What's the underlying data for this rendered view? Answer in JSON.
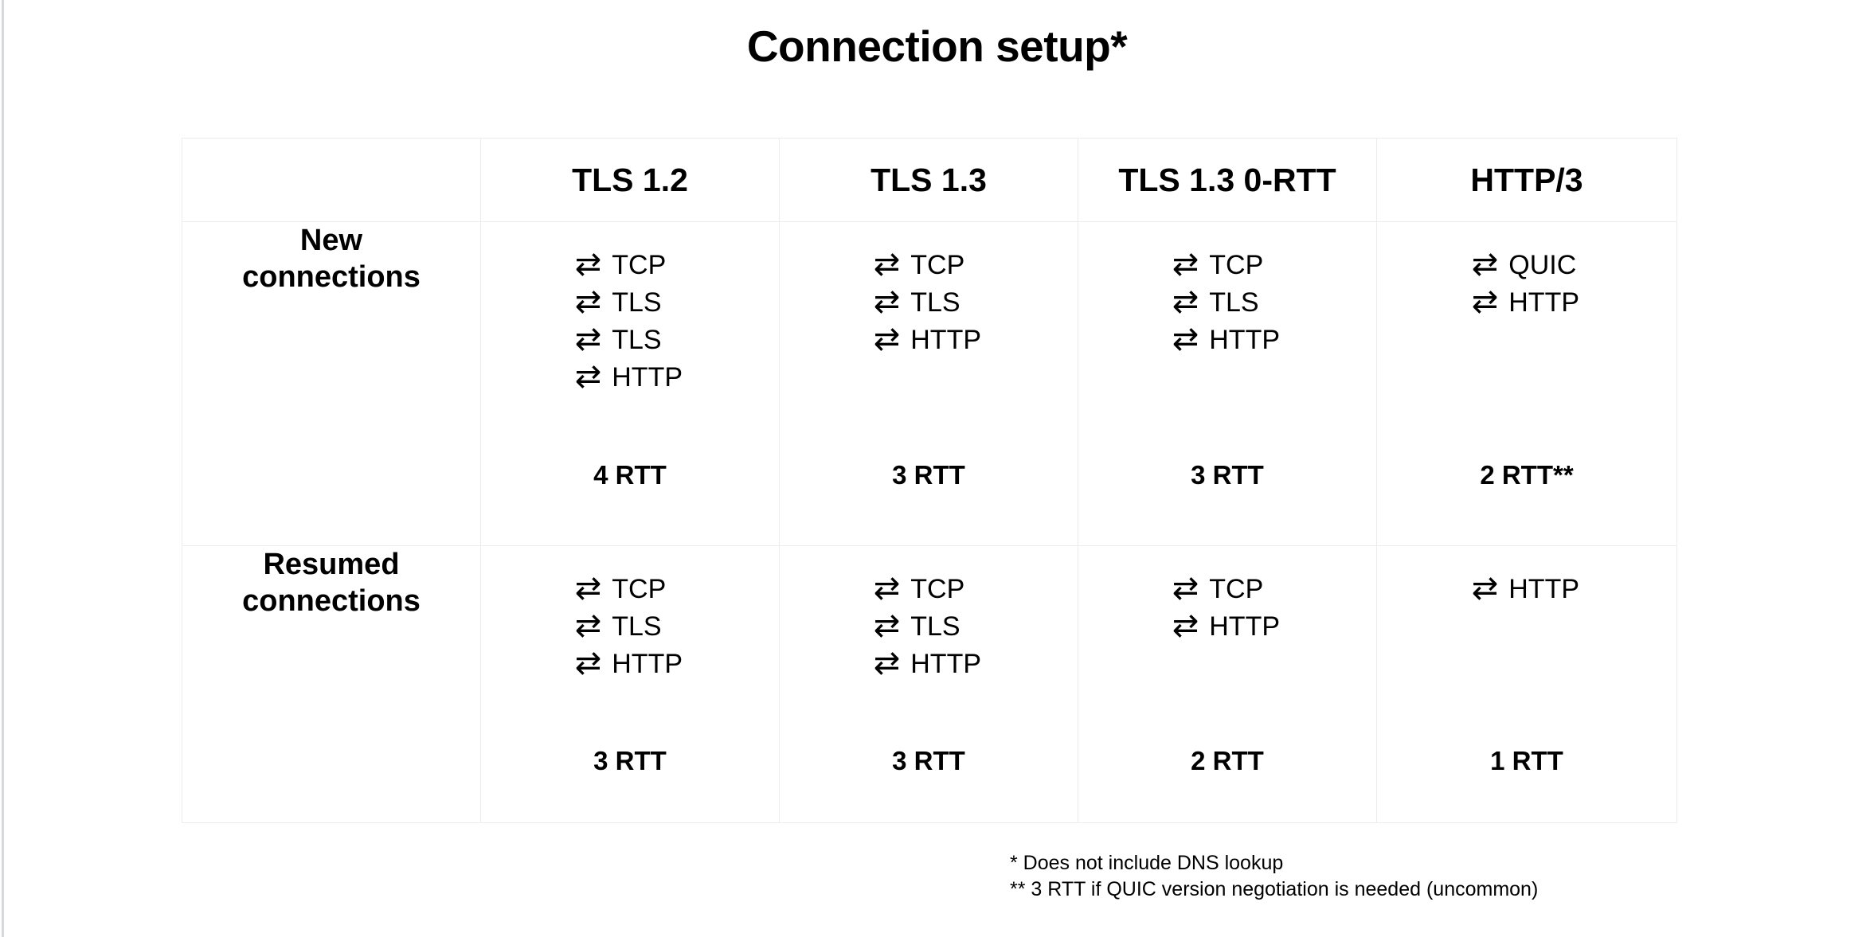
{
  "title": "Connection setup*",
  "icons": {
    "exchange_arrow": "⇄"
  },
  "colors": {
    "background": "#ffffff",
    "text": "#000000",
    "table_border": "#ececec",
    "page_edge": "#d6d8da"
  },
  "table": {
    "corner_label": "",
    "columns": [
      {
        "label": "TLS 1.2"
      },
      {
        "label": "TLS 1.3"
      },
      {
        "label": "TLS 1.3 0-RTT"
      },
      {
        "label": "HTTP/3"
      }
    ],
    "rows": [
      {
        "label": "New\nconnections",
        "label_line1": "New",
        "label_line2": "connections",
        "cells": [
          {
            "steps": [
              "TCP",
              "TLS",
              "TLS",
              "HTTP"
            ],
            "rtt": "4 RTT"
          },
          {
            "steps": [
              "TCP",
              "TLS",
              "HTTP"
            ],
            "rtt": "3 RTT"
          },
          {
            "steps": [
              "TCP",
              "TLS",
              "HTTP"
            ],
            "rtt": "3 RTT"
          },
          {
            "steps": [
              "QUIC",
              "HTTP"
            ],
            "rtt": "2 RTT**"
          }
        ]
      },
      {
        "label": "Resumed\nconnections",
        "label_line1": "Resumed",
        "label_line2": "connections",
        "cells": [
          {
            "steps": [
              "TCP",
              "TLS",
              "HTTP"
            ],
            "rtt": "3 RTT"
          },
          {
            "steps": [
              "TCP",
              "TLS",
              "HTTP"
            ],
            "rtt": "3 RTT"
          },
          {
            "steps": [
              "TCP",
              "HTTP"
            ],
            "rtt": "2 RTT"
          },
          {
            "steps": [
              "HTTP"
            ],
            "rtt": "1 RTT"
          }
        ]
      }
    ]
  },
  "footnotes": [
    "* Does not include DNS lookup",
    "** 3 RTT if QUIC version negotiation is needed (uncommon)"
  ],
  "chart_data": {
    "type": "table",
    "title": "Connection setup*",
    "categories": [
      "TLS 1.2",
      "TLS 1.3",
      "TLS 1.3 0-RTT",
      "HTTP/3"
    ],
    "series": [
      {
        "name": "New connections",
        "values": [
          4,
          3,
          3,
          2
        ]
      },
      {
        "name": "Resumed connections",
        "values": [
          3,
          3,
          2,
          1
        ]
      }
    ],
    "unit": "RTT",
    "handshake_steps": {
      "New connections": {
        "TLS 1.2": [
          "TCP",
          "TLS",
          "TLS",
          "HTTP"
        ],
        "TLS 1.3": [
          "TCP",
          "TLS",
          "HTTP"
        ],
        "TLS 1.3 0-RTT": [
          "TCP",
          "TLS",
          "HTTP"
        ],
        "HTTP/3": [
          "QUIC",
          "HTTP"
        ]
      },
      "Resumed connections": {
        "TLS 1.2": [
          "TCP",
          "TLS",
          "HTTP"
        ],
        "TLS 1.3": [
          "TCP",
          "TLS",
          "HTTP"
        ],
        "TLS 1.3 0-RTT": [
          "TCP",
          "HTTP"
        ],
        "HTTP/3": [
          "HTTP"
        ]
      }
    },
    "notes": [
      "* Does not include DNS lookup",
      "** 3 RTT if QUIC version negotiation is needed (uncommon)"
    ]
  }
}
